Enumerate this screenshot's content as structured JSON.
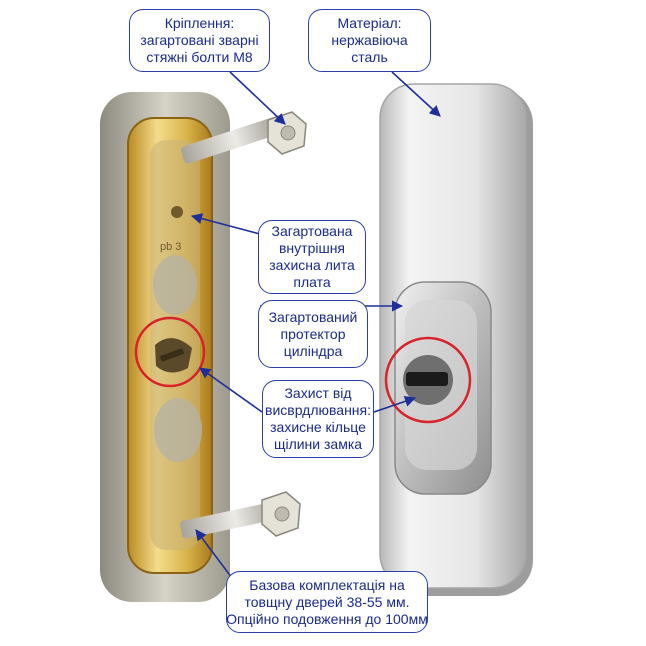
{
  "callouts": {
    "mounting": {
      "lines": [
        "Кріплення:",
        "загартовані зварні",
        "стяжні болти M8"
      ]
    },
    "material": {
      "lines": [
        "Матеріал:",
        "нержавіюча",
        "сталь"
      ]
    },
    "plate": {
      "lines": [
        "Загартована",
        "внутрішня",
        "захисна лита",
        "плата"
      ]
    },
    "cylinder": {
      "lines": [
        "Загартований",
        "протектор",
        "циліндра"
      ]
    },
    "drill": {
      "lines": [
        "Захист від",
        "висврдлювання:",
        "захисне кільце",
        "щілини замка"
      ]
    },
    "base": {
      "lines": [
        "Базова комплектація на",
        "товщну дверей 38-55 мм.",
        "Опційно подовження до 100мм"
      ]
    }
  },
  "plate_marking": "pb 3",
  "colors": {
    "callout_border": "#2a3fa8",
    "callout_text": "#1b2a8c",
    "arrow": "#1f2f9a",
    "highlight_ring": "#d8232a",
    "brass": "#d9b44a",
    "steel": "#c9c9c9"
  }
}
